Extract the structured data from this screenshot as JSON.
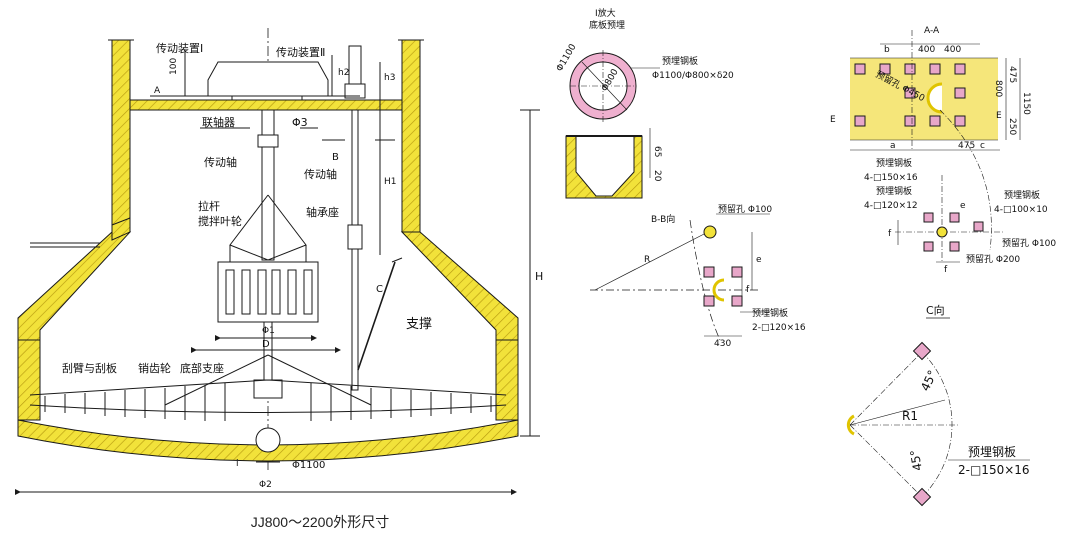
{
  "caption": "JJ800～2200外形尺寸",
  "colors": {
    "concrete": "#f2e23a",
    "hatch": "#b89b10",
    "line": "#1a1a1a",
    "pink": "#e8a7c9",
    "pinkDark": "#b1557e",
    "ring": "#efb0cf"
  },
  "main": {
    "drive1": "传动装置Ⅰ",
    "drive2": "传动装置Ⅱ",
    "dim_100": "100",
    "dim_h2": "h2",
    "dim_h3": "h3",
    "sectionA": "A",
    "coupling": "联轴器",
    "phi3": "Φ3",
    "shaft1": "传动轴",
    "shaft2": "传动轴",
    "sectionB": "B",
    "dim_h1": "H1",
    "rod": "拉杆",
    "impeller": "搅拌叶轮",
    "bearing": "轴承座",
    "dim_c": "C",
    "dim_H": "H",
    "support": "支撑",
    "phi1": "Φ1",
    "D": "D",
    "scraper": "刮臂与刮板",
    "pin_gear": "销齿轮",
    "bottom_seat": "底部支座",
    "dim_i": "i",
    "phi1100": "Φ1100",
    "phi2": "Φ2"
  },
  "detailI": {
    "title1": "I放大",
    "title2": "底板预埋",
    "phi1100": "Φ1100",
    "phi800": "Φ800",
    "plate_label": "预埋钢板",
    "plate_spec": "Φ1100/Φ800×δ20",
    "dim_65": "65",
    "dim_20": "20"
  },
  "detailBB": {
    "title": "B-B向",
    "hole": "预留孔 Φ100",
    "R": "R",
    "dim_e": "e",
    "dim_f": "f",
    "dim_430": "430",
    "plate_label": "预埋钢板",
    "plate_spec": "2-□120×16"
  },
  "detailAA": {
    "title": "A-A",
    "dim_b": "b",
    "dim_400a": "400",
    "dim_400b": "400",
    "hole450": "预留孔 Φ450",
    "dim_475": "475",
    "dim_800": "800",
    "dim_1150": "1150",
    "dim_250": "250",
    "E1": "E",
    "E2": "E",
    "dim_a": "a",
    "dim_475b": "475",
    "dim_c": "c",
    "plate1_label": "预埋钢板",
    "plate1_spec": "4-□150×16",
    "plate2_label": "预埋钢板",
    "plate2_spec": "4-□120×12",
    "plate3_label": "预埋钢板",
    "plate3_spec": "4-□100×10",
    "hole100": "预留孔 Φ100",
    "hole200": "预留孔 Φ200",
    "dim_e": "e",
    "dim_f1": "f",
    "dim_f2": "f"
  },
  "detailC": {
    "title": "C向",
    "angle1": "45°",
    "angle2": "45°",
    "R1": "R1",
    "plate_label": "预埋钢板",
    "plate_spec": "2-□150×16"
  }
}
